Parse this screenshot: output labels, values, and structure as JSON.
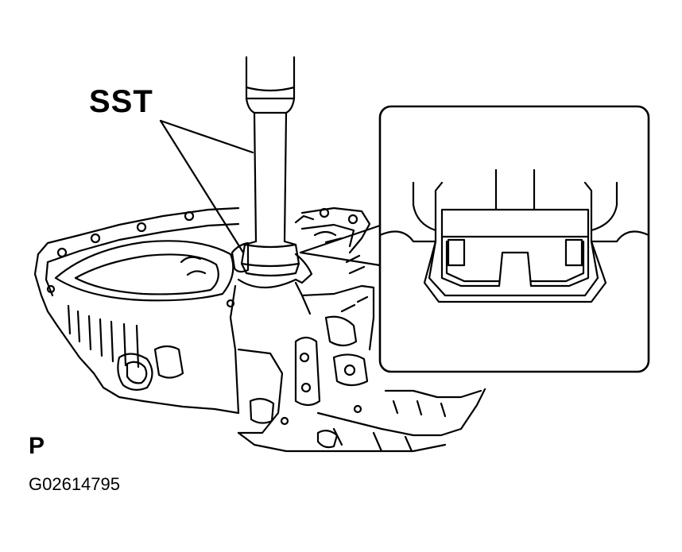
{
  "figure": {
    "callout_label": "SST",
    "view_letter": "P",
    "figure_code": "G02614795"
  },
  "colors": {
    "line": "#000000",
    "background": "#ffffff"
  }
}
